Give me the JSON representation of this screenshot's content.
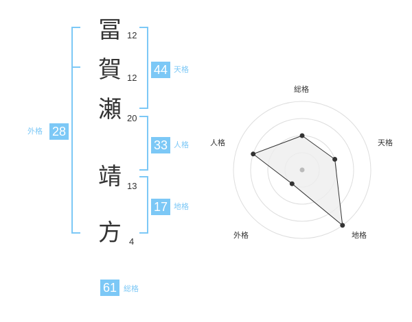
{
  "name": {
    "characters": [
      {
        "char": "冨",
        "strokes": "12"
      },
      {
        "char": "賀",
        "strokes": "12"
      },
      {
        "char": "瀬",
        "strokes": "20"
      },
      {
        "char": "靖",
        "strokes": "13"
      },
      {
        "char": "方",
        "strokes": "4"
      }
    ]
  },
  "fortune": {
    "tenkaku": {
      "value": "44",
      "label": "天格"
    },
    "jinkaku": {
      "value": "33",
      "label": "人格"
    },
    "chikaku": {
      "value": "17",
      "label": "地格"
    },
    "gaikaku": {
      "value": "28",
      "label": "外格"
    },
    "soukaku": {
      "value": "61",
      "label": "総格"
    }
  },
  "colors": {
    "accent": "#7cc8f6",
    "text": "#333333",
    "grid": "#dddddd",
    "fill": "#eeeeee"
  },
  "chart_data": {
    "type": "radar",
    "axes": [
      "総格",
      "天格",
      "地格",
      "外格",
      "人格"
    ],
    "values": [
      0.5,
      0.5,
      1.0,
      0.25,
      0.75
    ],
    "max": 1.0,
    "rings": 4
  }
}
